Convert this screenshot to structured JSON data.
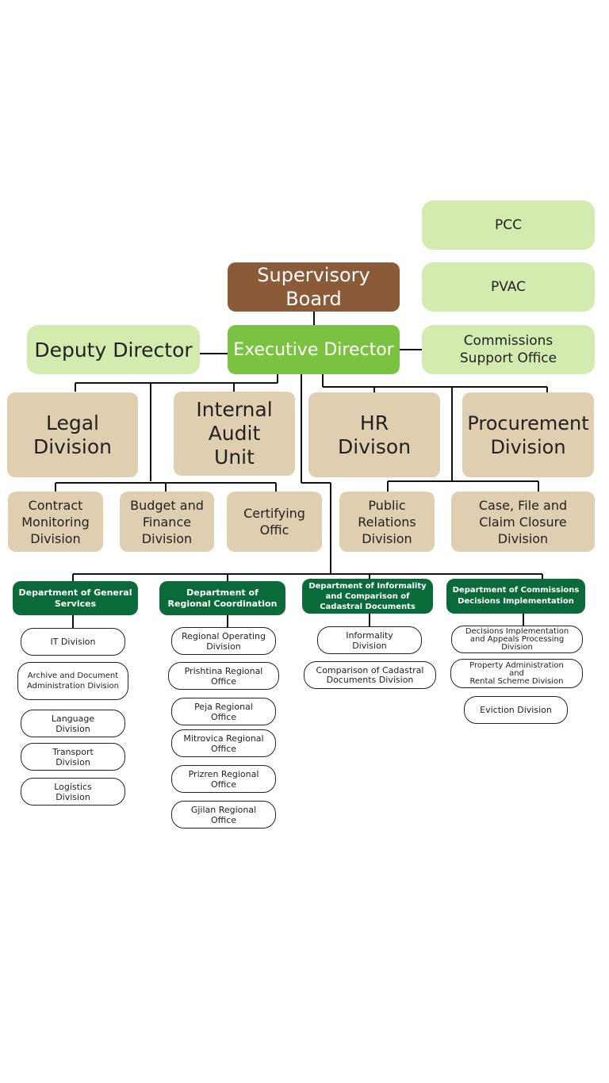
{
  "pcc": "PCC",
  "pvac": "PVAC",
  "commissions_support_office": "Commissions\nSupport Office",
  "supervisory_board": "Supervisory\nBoard",
  "deputy_director": "Deputy Director",
  "executive_director": "Executive Director",
  "legal_division": "Legal\nDivision",
  "internal_audit_unit": "Internal\nAudit\nUnit",
  "hr_division": "HR\nDivison",
  "procurement_division": "Procurement\nDivision",
  "contract_monitoring_division": "Contract\nMonitoring\nDivision",
  "budget_finance_division": "Budget and\nFinance\nDivision",
  "certifying_office": "Certifying\nOffic",
  "public_relations_division": "Public\nRelations\nDivision",
  "case_file_claim_division": "Case, File and\nClaim Closure\nDivision",
  "departments": [
    {
      "title": "Department of General\nServices",
      "units": [
        "IT Division",
        "Archive and Document\nAdministration Division",
        "Language\nDivision",
        "Transport\nDivision",
        "Logistics\nDivision"
      ]
    },
    {
      "title": "Department of\nRegional Coordination",
      "units": [
        "Regional Operating\nDivision",
        "Prishtina Regional\nOffice",
        "Peja Regional\nOffice",
        "Mitrovica Regional\nOffice",
        "Prizren Regional\nOffice",
        "Gjilan Regional\nOffice"
      ]
    },
    {
      "title": "Department of Informality\nand Comparison of\nCadastral Documents",
      "units": [
        "Informality\nDivision",
        "Comparison of Cadastral\nDocuments Division"
      ]
    },
    {
      "title": "Department of Commissions\nDecisions Implementation",
      "units": [
        "Decisions Implementation\nand Appeals Processing\nDivision",
        "Property Administration\nand\nRental Scheme Division",
        "Eviction Division"
      ]
    }
  ],
  "colors": {
    "light_green": "#d4ebb0",
    "brown": "#8b5a38",
    "lime_green": "#7cc242",
    "tan": "#e0ceb0",
    "dark_green": "#0b6a3a"
  }
}
